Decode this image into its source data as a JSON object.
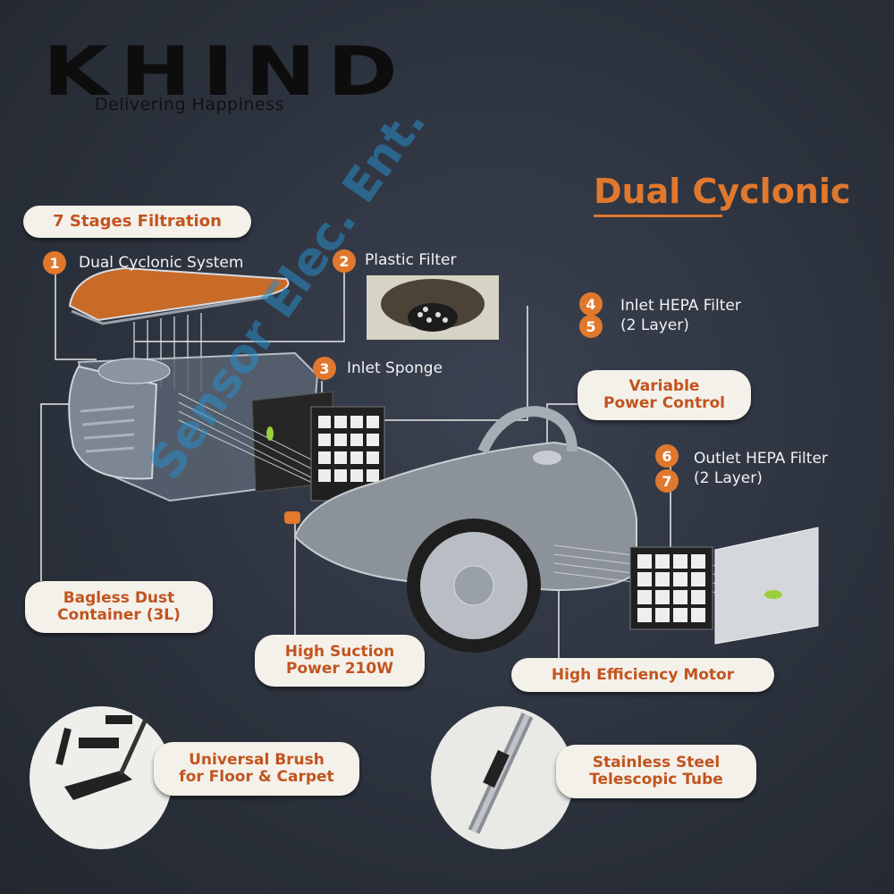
{
  "brand": {
    "name": "KHIND",
    "tagline": "Delivering Happiness"
  },
  "headline": "Dual Cyclonic",
  "stages_title": "7 Stages Filtration",
  "stages": [
    {
      "number": "1",
      "label": "Dual Cyclonic System"
    },
    {
      "number": "2",
      "label": "Plastic Filter"
    },
    {
      "number": "3",
      "label": "Inlet Sponge"
    },
    {
      "number": "4",
      "label": "Inlet HEPA Filter"
    },
    {
      "number": "5",
      "label": "(2 Layer)"
    },
    {
      "number": "6",
      "label": "Outlet HEPA Filter"
    },
    {
      "number": "7",
      "label": "(2 Layer)"
    }
  ],
  "features": {
    "variable_power": [
      "Variable",
      "Power Control"
    ],
    "bagless": [
      "Bagless Dust",
      "Container (3L)"
    ],
    "suction": [
      "High Suction",
      "Power 210W"
    ],
    "motor": "High Efficiency Motor",
    "brush": [
      "Universal Brush",
      "for Floor & Carpet"
    ],
    "tube": [
      "Stainless Steel",
      "Telescopic Tube"
    ]
  },
  "watermark": "Sensor Elec. Ent.",
  "colors": {
    "accent": "#e0782e",
    "label_text": "#c2541f",
    "pill_bg": "#f4f1ea",
    "background": "#2c323d"
  }
}
